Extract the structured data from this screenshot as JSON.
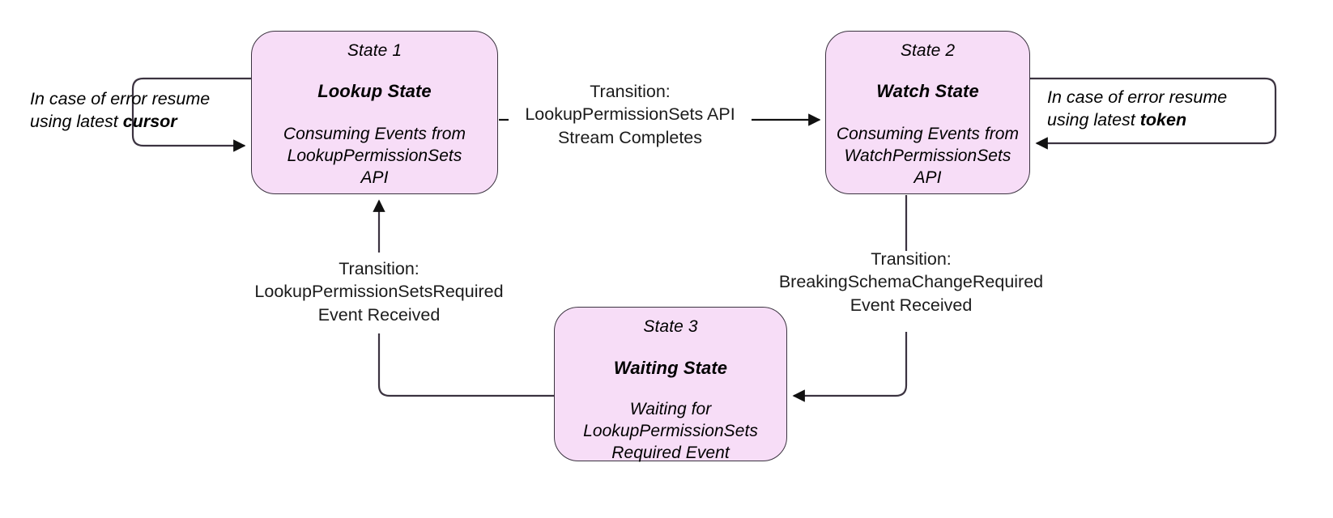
{
  "diagram": {
    "type": "state-machine",
    "states": [
      {
        "id": "state-1",
        "index_label": "State 1",
        "title": "Lookup State",
        "description": "Consuming Events from\nLookupPermissionSets\nAPI",
        "fill_color": "#f7ddf7",
        "border_color": "#3b3340"
      },
      {
        "id": "state-2",
        "index_label": "State 2",
        "title": "Watch State",
        "description": "Consuming Events from\nWatchPermissionSets\nAPI",
        "fill_color": "#f7ddf7",
        "border_color": "#3b3340"
      },
      {
        "id": "state-3",
        "index_label": "State 3",
        "title": "Waiting State",
        "description": "Waiting for\nLookupPermissionSets\nRequired Event",
        "fill_color": "#f7ddf7",
        "border_color": "#3b3340"
      }
    ],
    "transitions": [
      {
        "id": "lookup-to-watch",
        "from": "state-1",
        "to": "state-2",
        "label": "Transition:\nLookupPermissionSets API\nStream Completes"
      },
      {
        "id": "watch-to-waiting",
        "from": "state-2",
        "to": "state-3",
        "label": "Transition:\nBreakingSchemaChangeRequired\nEvent Received"
      },
      {
        "id": "waiting-to-lookup",
        "from": "state-3",
        "to": "state-1",
        "label": "Transition:\nLookupPermissionSetsRequired\nEvent Received"
      }
    ],
    "self_loops": [
      {
        "id": "lookup-error-loop",
        "state": "state-1",
        "note_prefix": "In case of error resume\nusing latest ",
        "note_emphasis": "cursor"
      },
      {
        "id": "watch-error-loop",
        "state": "state-2",
        "note_prefix": "In case of error resume\nusing latest ",
        "note_emphasis": "token"
      }
    ]
  }
}
